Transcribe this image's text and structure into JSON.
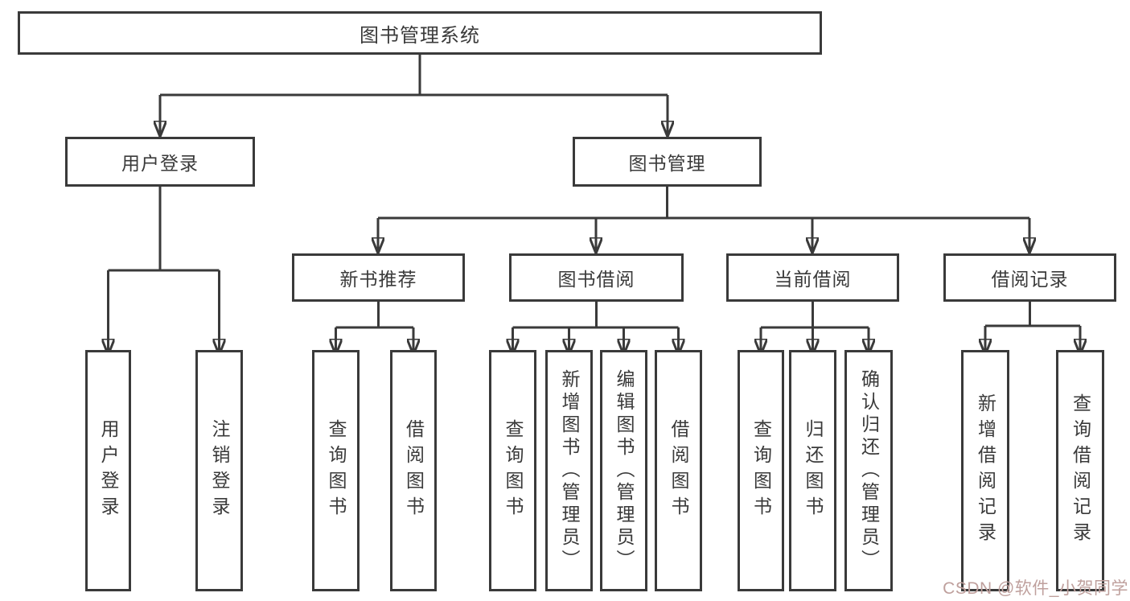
{
  "colors": {
    "line": "#3a3a3a",
    "box_background": "#ffffff",
    "watermark": "#bfa09d"
  },
  "diagram": {
    "root": {
      "label": "图书管理系统"
    },
    "level2": [
      {
        "id": "user-login",
        "label": "用户登录"
      },
      {
        "id": "book-management",
        "label": "图书管理"
      }
    ],
    "level3": [
      {
        "parent": "book-management",
        "id": "new-book-recommendation",
        "label": "新书推荐"
      },
      {
        "parent": "book-management",
        "id": "book-borrowing",
        "label": "图书借阅"
      },
      {
        "parent": "book-management",
        "id": "current-borrowing",
        "label": "当前借阅"
      },
      {
        "parent": "book-management",
        "id": "borrowing-records",
        "label": "借阅记录"
      }
    ],
    "leaves": [
      {
        "parent": "user-login",
        "label": "用户登录"
      },
      {
        "parent": "user-login",
        "label": "注销登录"
      },
      {
        "parent": "new-book-recommendation",
        "label": "查询图书"
      },
      {
        "parent": "new-book-recommendation",
        "label": "借阅图书"
      },
      {
        "parent": "book-borrowing",
        "label": "查询图书"
      },
      {
        "parent": "book-borrowing",
        "label": "新增图书（管理员）"
      },
      {
        "parent": "book-borrowing",
        "label": "编辑图书（管理员）"
      },
      {
        "parent": "book-borrowing",
        "label": "借阅图书"
      },
      {
        "parent": "current-borrowing",
        "label": "查询图书"
      },
      {
        "parent": "current-borrowing",
        "label": "归还图书"
      },
      {
        "parent": "current-borrowing",
        "label": "确认归还（管理员）"
      },
      {
        "parent": "borrowing-records",
        "label": "新增借阅记录"
      },
      {
        "parent": "borrowing-records",
        "label": "查询借阅记录"
      }
    ],
    "watermark": "CSDN @软件_小贺同学"
  }
}
